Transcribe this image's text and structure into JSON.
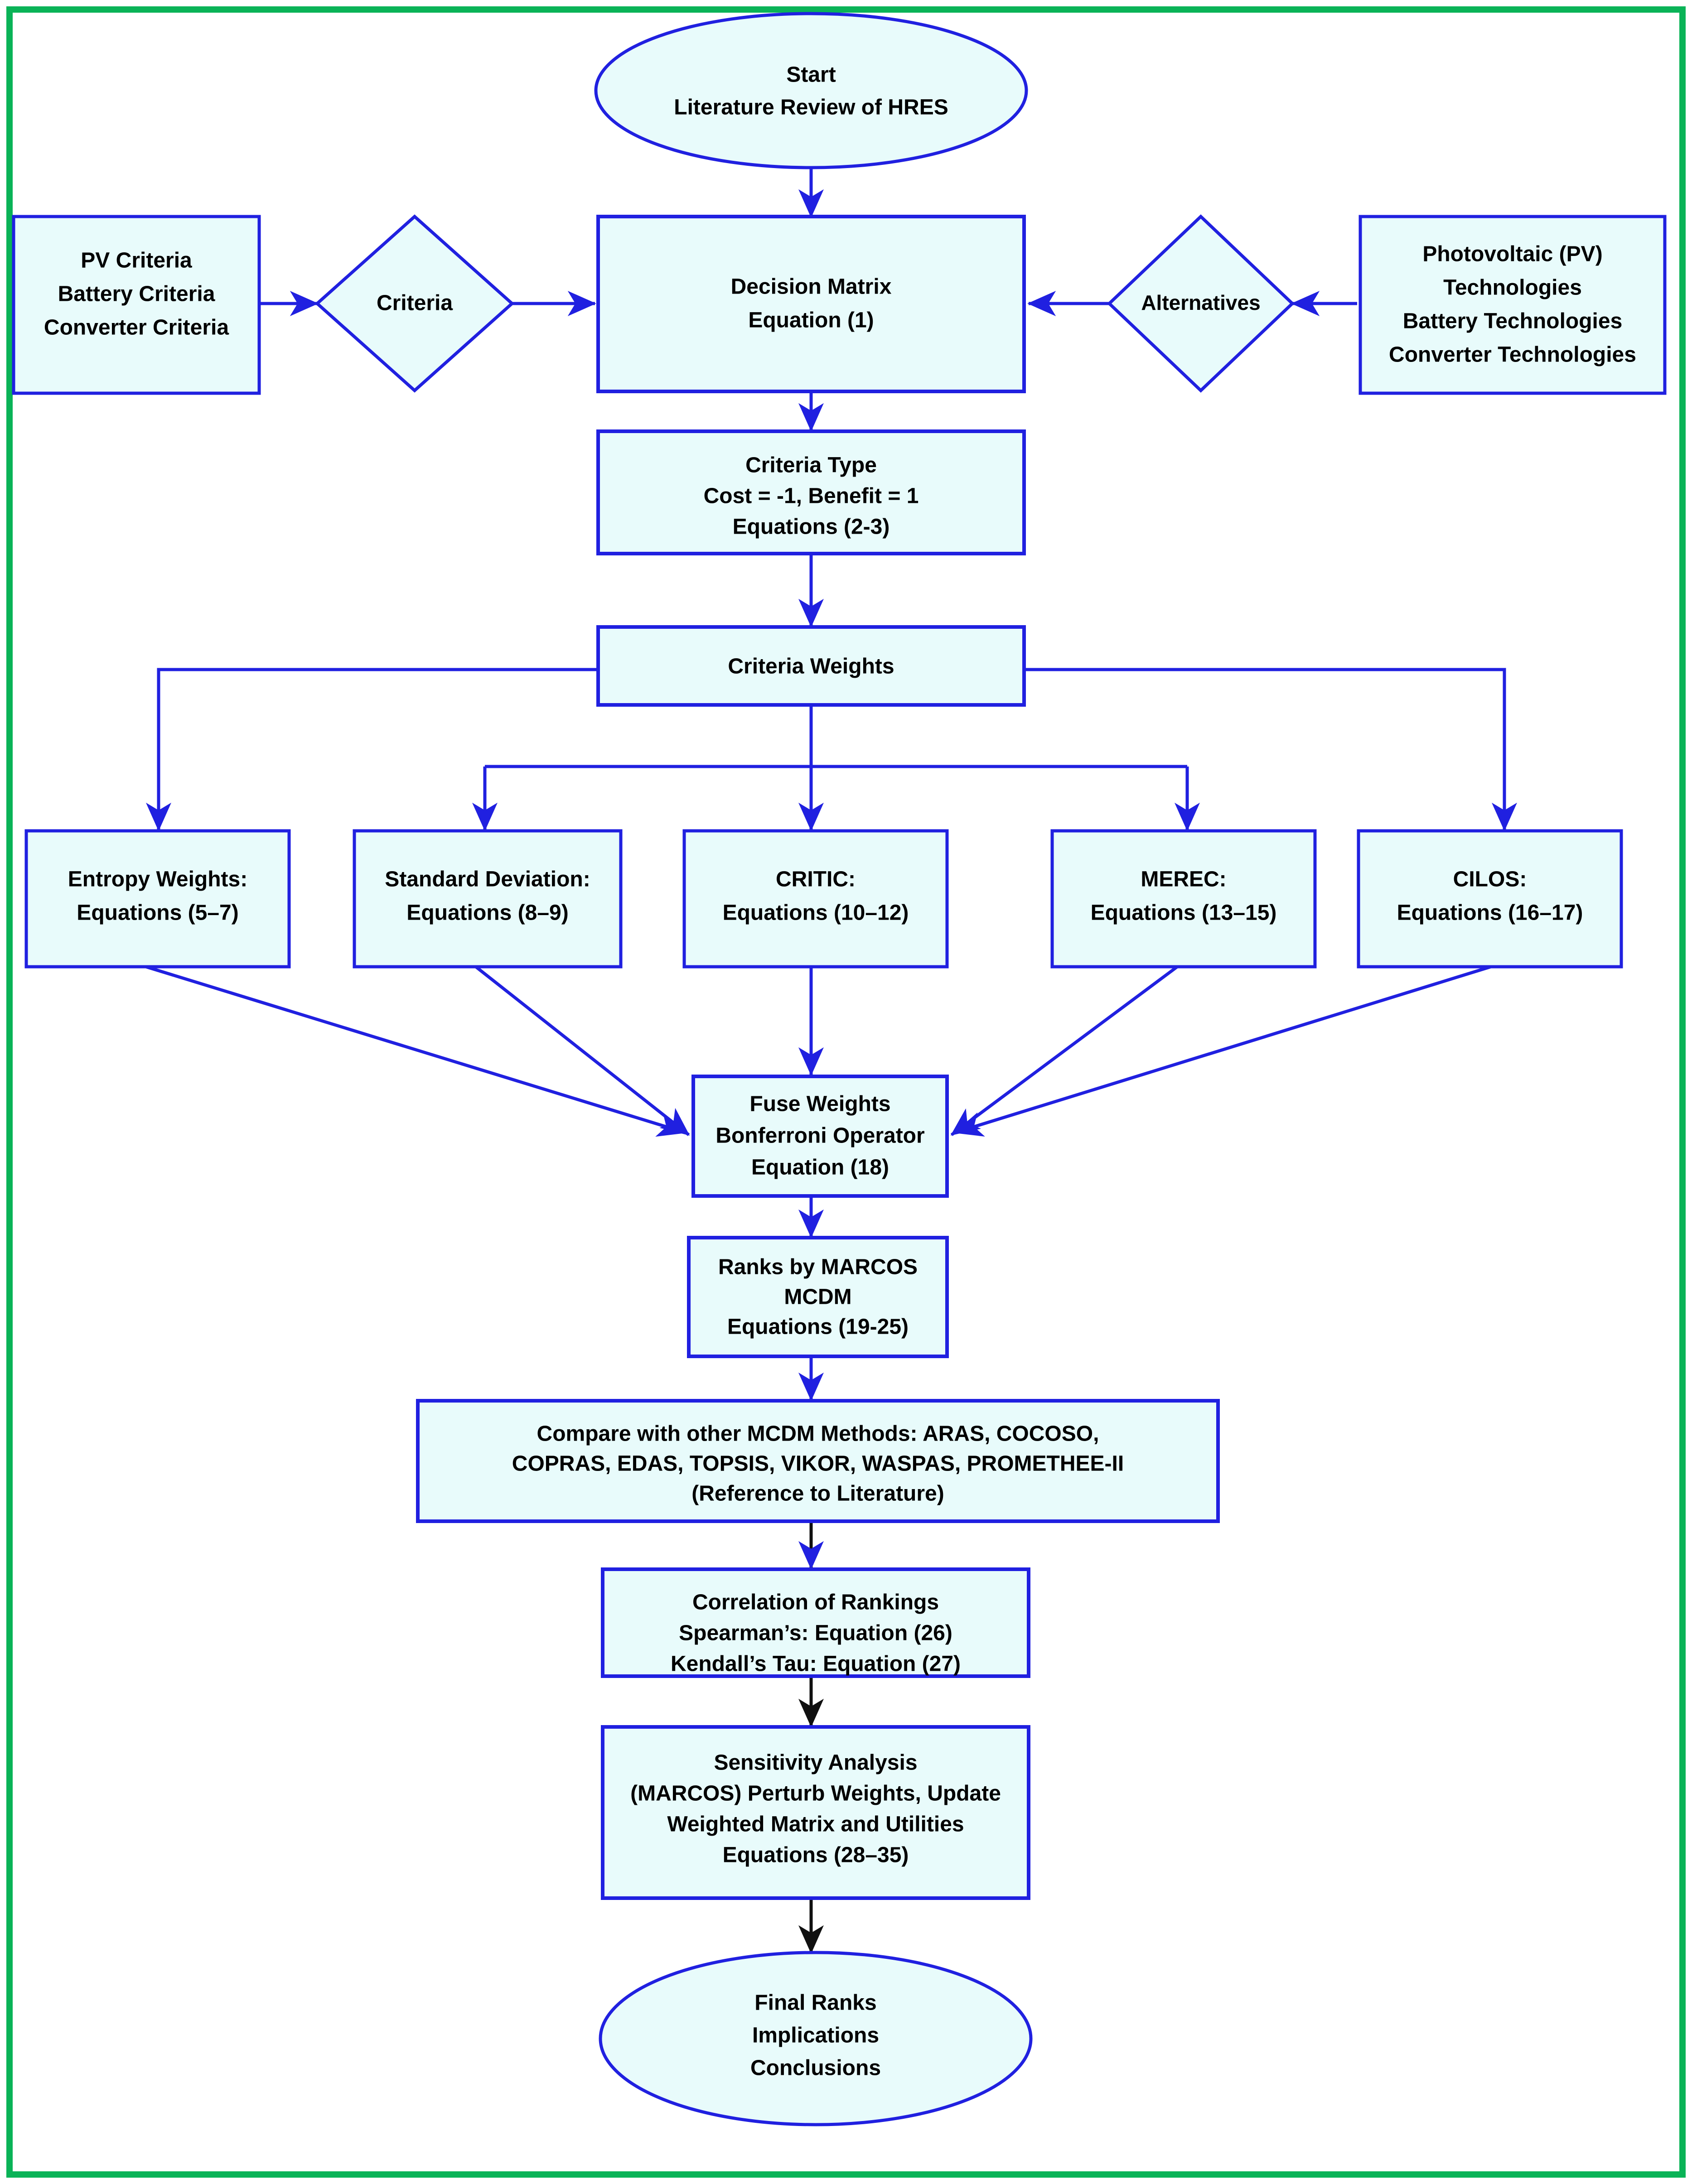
{
  "diagram": {
    "title": "MCDM Methodology Flowchart for HRES Technology Selection",
    "border_color": "#0ab357",
    "node_fill": "#e8fbfb",
    "node_stroke": "#2020e0",
    "arrow_color": "#2020e0",
    "arrow_color_alt": "#101010"
  },
  "nodes": {
    "start": {
      "shape": "ellipse",
      "lines": [
        "Start",
        "Literature Review of HRES"
      ]
    },
    "pv_criteria": {
      "shape": "rect",
      "lines": [
        "PV Criteria",
        "Battery Criteria",
        "Converter Criteria"
      ]
    },
    "criteria_diamond": {
      "shape": "diamond",
      "lines": [
        "Criteria"
      ]
    },
    "decision_matrix": {
      "shape": "rect",
      "lines": [
        "Decision Matrix",
        "Equation (1)"
      ]
    },
    "alternatives_diamond": {
      "shape": "diamond",
      "lines": [
        "Alternatives"
      ]
    },
    "technologies": {
      "shape": "rect",
      "lines": [
        "Photovoltaic (PV)",
        "Technologies",
        "Battery Technologies",
        "Converter Technologies"
      ]
    },
    "criteria_type": {
      "shape": "rect",
      "lines": [
        "Criteria Type",
        "Cost = -1, Benefit = 1",
        "Equations (2-3)"
      ]
    },
    "criteria_weights": {
      "shape": "rect",
      "lines": [
        "Criteria Weights"
      ]
    },
    "entropy": {
      "shape": "rect",
      "lines": [
        "Entropy Weights:",
        "Equations (5–7)"
      ]
    },
    "stdev": {
      "shape": "rect",
      "lines": [
        "Standard Deviation:",
        "Equations (8–9)"
      ]
    },
    "critic": {
      "shape": "rect",
      "lines": [
        "CRITIC:",
        "Equations (10–12)"
      ]
    },
    "merec": {
      "shape": "rect",
      "lines": [
        "MEREC:",
        "Equations (13–15)"
      ]
    },
    "cilos": {
      "shape": "rect",
      "lines": [
        "CILOS:",
        "Equations (16–17)"
      ]
    },
    "fuse_weights": {
      "shape": "rect",
      "lines": [
        "Fuse Weights",
        "Bonferroni Operator",
        "Equation (18)"
      ]
    },
    "ranks_marcos": {
      "shape": "rect",
      "lines": [
        "Ranks by MARCOS",
        "MCDM",
        "Equations (19-25)"
      ]
    },
    "compare_methods": {
      "shape": "rect",
      "lines": [
        "Compare with other MCDM Methods: ARAS, COCOSO,",
        "COPRAS, EDAS, TOPSIS, VIKOR, WASPAS, PROMETHEE-II",
        "(Reference to Literature)"
      ]
    },
    "correlation": {
      "shape": "rect",
      "lines": [
        "Correlation of Rankings",
        "Spearman’s: Equation (26)",
        "Kendall’s Tau: Equation (27)"
      ]
    },
    "sensitivity": {
      "shape": "rect",
      "lines": [
        "Sensitivity Analysis",
        "(MARCOS) Perturb Weights, Update",
        "Weighted Matrix and Utilities",
        "Equations (28–35)"
      ]
    },
    "final": {
      "shape": "ellipse",
      "lines": [
        "Final Ranks",
        "Implications",
        "Conclusions"
      ]
    }
  },
  "edges": [
    {
      "from": "start",
      "to": "decision_matrix",
      "kind": "straight-down"
    },
    {
      "from": "pv_criteria",
      "to": "criteria_diamond",
      "kind": "straight-right"
    },
    {
      "from": "criteria_diamond",
      "to": "decision_matrix",
      "kind": "straight-right"
    },
    {
      "from": "technologies",
      "to": "alternatives_diamond",
      "kind": "straight-left"
    },
    {
      "from": "alternatives_diamond",
      "to": "decision_matrix",
      "kind": "straight-left"
    },
    {
      "from": "decision_matrix",
      "to": "criteria_type",
      "kind": "straight-down"
    },
    {
      "from": "criteria_type",
      "to": "criteria_weights",
      "kind": "straight-down"
    },
    {
      "from": "criteria_weights",
      "to": "entropy",
      "kind": "elbow"
    },
    {
      "from": "criteria_weights",
      "to": "stdev",
      "kind": "elbow"
    },
    {
      "from": "criteria_weights",
      "to": "critic",
      "kind": "straight-down"
    },
    {
      "from": "criteria_weights",
      "to": "merec",
      "kind": "elbow"
    },
    {
      "from": "criteria_weights",
      "to": "cilos",
      "kind": "elbow"
    },
    {
      "from": "entropy",
      "to": "fuse_weights",
      "kind": "diagonal"
    },
    {
      "from": "stdev",
      "to": "fuse_weights",
      "kind": "diagonal"
    },
    {
      "from": "critic",
      "to": "fuse_weights",
      "kind": "straight-down"
    },
    {
      "from": "merec",
      "to": "fuse_weights",
      "kind": "diagonal"
    },
    {
      "from": "cilos",
      "to": "fuse_weights",
      "kind": "diagonal"
    },
    {
      "from": "fuse_weights",
      "to": "ranks_marcos",
      "kind": "straight-down"
    },
    {
      "from": "ranks_marcos",
      "to": "compare_methods",
      "kind": "straight-down"
    },
    {
      "from": "compare_methods",
      "to": "correlation",
      "kind": "straight-down"
    },
    {
      "from": "correlation",
      "to": "sensitivity",
      "kind": "straight-down"
    },
    {
      "from": "sensitivity",
      "to": "final",
      "kind": "straight-down"
    }
  ]
}
